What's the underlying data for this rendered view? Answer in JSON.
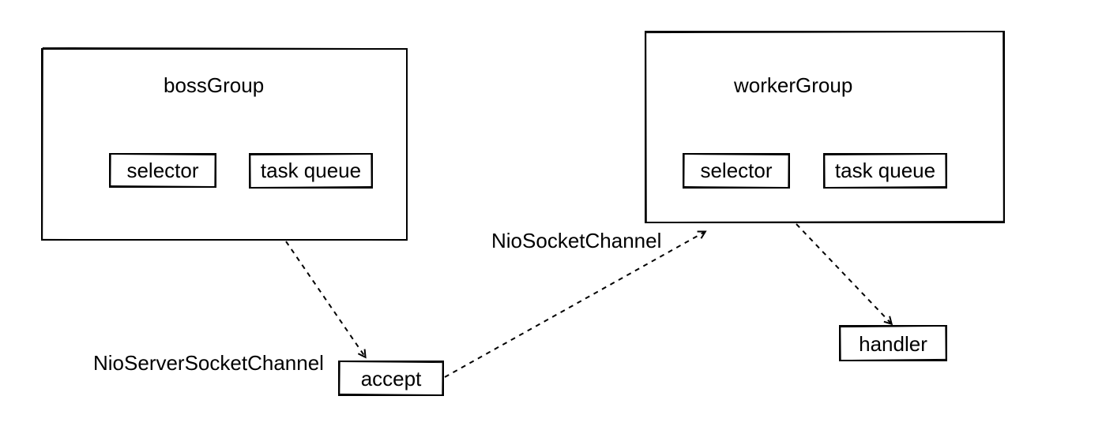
{
  "diagram": {
    "boss_group": {
      "title": "bossGroup",
      "selector_label": "selector",
      "task_queue_label": "task queue"
    },
    "worker_group": {
      "title": "workerGroup",
      "selector_label": "selector",
      "task_queue_label": "task queue"
    },
    "accept_label": "accept",
    "handler_label": "handler",
    "server_channel_label": "NioServerSocketChannel",
    "socket_channel_label": "NioSocketChannel",
    "colors": {
      "stroke": "#000000",
      "background": "#ffffff"
    }
  }
}
